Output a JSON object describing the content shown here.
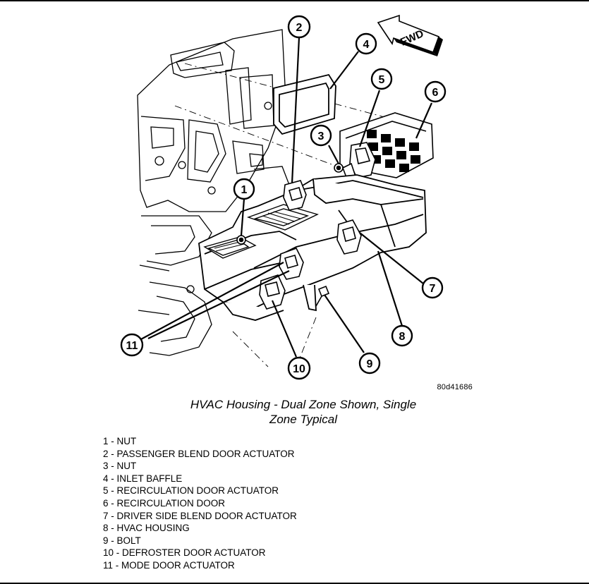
{
  "figure_id": "80d41686",
  "direction_label": "FWD",
  "caption_lines": [
    "HVAC Housing - Dual Zone Shown, Single",
    "Zone Typical"
  ],
  "callouts": [
    "1",
    "2",
    "3",
    "4",
    "5",
    "6",
    "7",
    "8",
    "9",
    "10",
    "11"
  ],
  "legend": [
    "1 - NUT",
    "2 - PASSENGER BLEND DOOR ACTUATOR",
    "3 - NUT",
    "4 - INLET BAFFLE",
    "5 - RECIRCULATION DOOR ACTUATOR",
    "6 - RECIRCULATION DOOR",
    "7 - DRIVER SIDE BLEND DOOR ACTUATOR",
    "8 - HVAC HOUSING",
    "9 - BOLT",
    "10 - DEFROSTER DOOR ACTUATOR",
    "11 - MODE DOOR ACTUATOR"
  ]
}
